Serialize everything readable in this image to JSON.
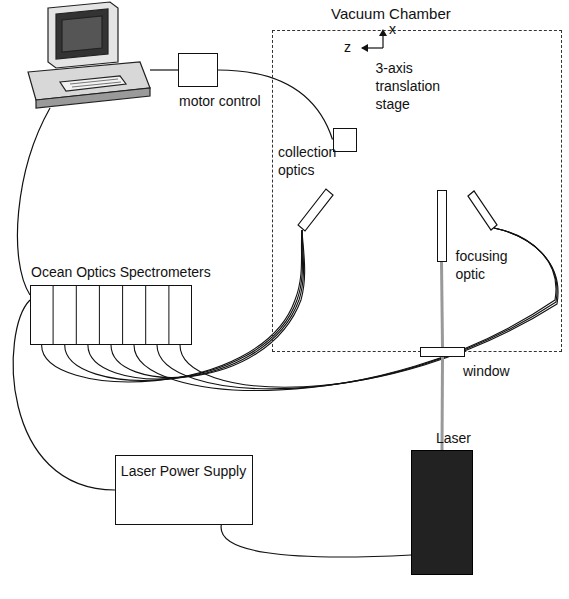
{
  "diagram": {
    "nodes": [
      {
        "text": [
          "Vacuum Chamber"
        ]
      },
      {
        "text": [
          "motor control"
        ]
      },
      {
        "text": [
          "3-axis translation stage"
        ],
        "in": 0
      },
      {
        "text": [
          "focusing optic"
        ],
        "in": 0
      },
      {
        "text": [
          "window"
        ]
      },
      {
        "text": [
          "Ocean Optics Spectrometers"
        ]
      },
      {
        "text": [
          "Laser Power Supply"
        ]
      },
      {
        "text": [
          "Laser"
        ]
      }
    ],
    "edges": [
      {
        "from": 1,
        "to": 2,
        "arrow": "none"
      },
      {
        "from": 5,
        "to": 6,
        "arrow": "none"
      },
      {
        "from": 6,
        "to": 7,
        "arrow": "none"
      },
      {
        "from": 7,
        "to": 4,
        "arrow": "none"
      },
      {
        "from": 4,
        "to": 3,
        "arrow": "none"
      }
    ],
    "labels": [
      "x",
      "z",
      "collection optics"
    ]
  }
}
